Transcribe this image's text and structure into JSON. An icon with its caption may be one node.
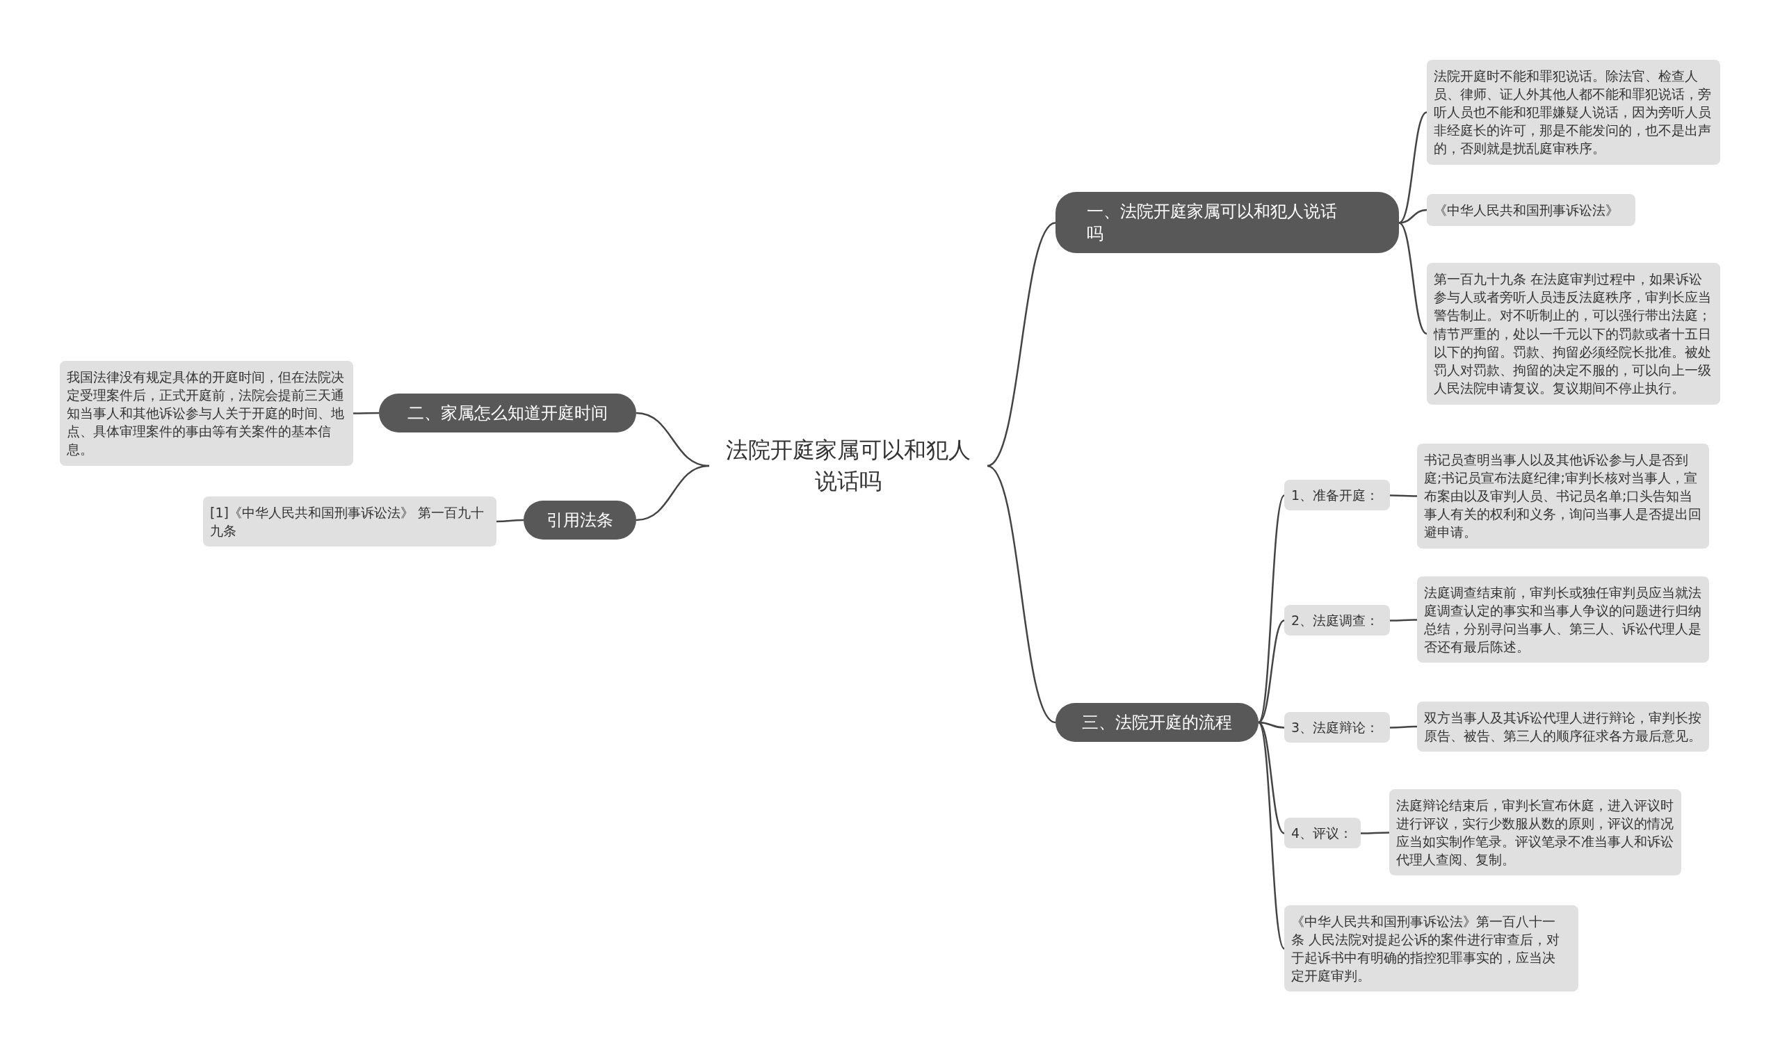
{
  "diagram": {
    "nodes": [
      {
        "text": [
          "法院开庭家属可以和犯人说话吗"
        ]
      },
      {
        "text": [
          "一、法院开庭家属可以和犯人说话吗"
        ]
      },
      {
        "text": [
          "法院开庭时不能和罪犯说话。除法官、检查人员、律师、证人外其他人都不能和罪犯说话，旁听人员也不能和犯罪嫌疑人说话，因为旁听人员非经庭长的许可，那是不能发问的，也不是出声的，否则就是扰乱庭审秩序。"
        ]
      },
      {
        "text": [
          "《中华人民共和国刑事诉讼法》"
        ]
      },
      {
        "text": [
          "第一百九十九条 在法庭审判过程中，如果诉讼参与人或者旁听人员违反法庭秩序，审判长应当警告制止。对不听制止的，可以强行带出法庭；情节严重的，处以一千元以下的罚款或者十五日以下的拘留。罚款、拘留必须经院长批准。被处罚人对罚款、拘留的决定不服的，可以向上一级人民法院申请复议。复议期间不停止执行。"
        ]
      },
      {
        "text": [
          "二、家属怎么知道开庭时间"
        ]
      },
      {
        "text": [
          "我国法律没有规定具体的开庭时间，但在法院决定受理案件后，正式开庭前，法院会提前三天通知当事人和其他诉讼参与人关于开庭的时间、地点、具体审理案件的事由等有关案件的基本信息。"
        ]
      },
      {
        "text": [
          "引用法条"
        ]
      },
      {
        "text": [
          "[1]《中华人民共和国刑事诉讼法》 第一百九十九条"
        ]
      },
      {
        "text": [
          "三、法院开庭的流程"
        ]
      },
      {
        "text": [
          "1、准备开庭："
        ]
      },
      {
        "text": [
          "书记员查明当事人以及其他诉讼参与人是否到庭;书记员宣布法庭纪律;审判长核对当事人，宣布案由以及审判人员、书记员名单;口头告知当事人有关的权利和义务，询问当事人是否提出回避申请。"
        ]
      },
      {
        "text": [
          "2、法庭调查："
        ]
      },
      {
        "text": [
          "法庭调查结束前，审判长或独任审判员应当就法庭调查认定的事实和当事人争议的问题进行归纳总结，分别寻问当事人、第三人、诉讼代理人是否还有最后陈述。"
        ]
      },
      {
        "text": [
          "3、法庭辩论："
        ]
      },
      {
        "text": [
          "双方当事人及其诉讼代理人进行辩论，审判长按原告、被告、第三人的顺序征求各方最后意见。"
        ]
      },
      {
        "text": [
          "4、评议："
        ]
      },
      {
        "text": [
          "法庭辩论结束后，审判长宣布休庭，进入评议时进行评议，实行少数服从数的原则，评议的情况应当如实制作笔录。评议笔录不准当事人和诉讼代理人查阅、复制。"
        ]
      },
      {
        "text": [
          "《中华人民共和国刑事诉讼法》第一百八十一条 人民法院对提起公诉的案件进行审查后，对于起诉书中有明确的指控犯罪事实的，应当决定开庭审判。"
        ]
      }
    ],
    "edges": [
      {
        "from": 0,
        "to": 1,
        "arrow": "none"
      },
      {
        "from": 1,
        "to": 2,
        "arrow": "none"
      },
      {
        "from": 1,
        "to": 3,
        "arrow": "none"
      },
      {
        "from": 1,
        "to": 4,
        "arrow": "none"
      },
      {
        "from": 0,
        "to": 5,
        "arrow": "none"
      },
      {
        "from": 5,
        "to": 6,
        "arrow": "none"
      },
      {
        "from": 0,
        "to": 7,
        "arrow": "none"
      },
      {
        "from": 7,
        "to": 8,
        "arrow": "none"
      },
      {
        "from": 0,
        "to": 9,
        "arrow": "none"
      },
      {
        "from": 9,
        "to": 10,
        "arrow": "none"
      },
      {
        "from": 10,
        "to": 11,
        "arrow": "none"
      },
      {
        "from": 9,
        "to": 12,
        "arrow": "none"
      },
      {
        "from": 12,
        "to": 13,
        "arrow": "none"
      },
      {
        "from": 9,
        "to": 14,
        "arrow": "none"
      },
      {
        "from": 14,
        "to": 15,
        "arrow": "none"
      },
      {
        "from": 9,
        "to": 16,
        "arrow": "none"
      },
      {
        "from": 16,
        "to": 17,
        "arrow": "none"
      },
      {
        "from": 9,
        "to": 18,
        "arrow": "none"
      }
    ]
  }
}
